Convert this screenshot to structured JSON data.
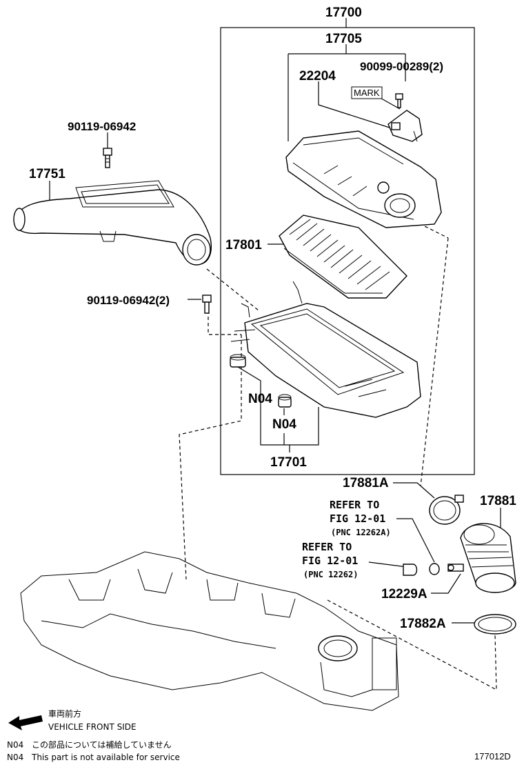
{
  "labels": {
    "p17700": "17700",
    "p17705": "17705",
    "p22204": "22204",
    "p90099": "90099-00289(2)",
    "mark": "MARK",
    "p90119_a": "90119-06942",
    "p17751": "17751",
    "p17801": "17801",
    "p90119_b": "90119-06942(2)",
    "n04_a": "N04",
    "n04_b": "N04",
    "p17701": "17701",
    "p17881A": "17881A",
    "p17881": "17881",
    "refer1_line1": "REFER TO",
    "refer1_line2": "FIG 12-01",
    "refer1_pnc": "(PNC 12262A)",
    "refer2_line1": "REFER TO",
    "refer2_line2": "FIG 12-01",
    "refer2_pnc": "(PNC 12262)",
    "p12229A": "12229A",
    "p17882A": "17882A"
  },
  "legend": {
    "vehicle_front_jp": "車両前方",
    "vehicle_front_en": "VEHICLE FRONT SIDE",
    "n04_code_1": "N04",
    "n04_note_jp": "この部品については補給していません",
    "n04_code_2": "N04",
    "n04_note_en": "This part is not available for service"
  },
  "diagram_id": "177012D"
}
